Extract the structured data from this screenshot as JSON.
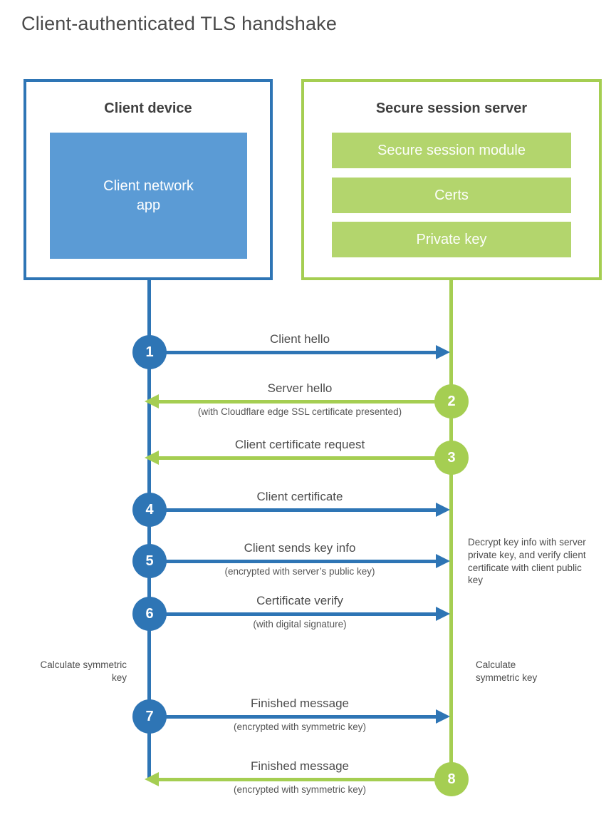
{
  "title": "Client-authenticated TLS handshake",
  "client_box": {
    "title": "Client device",
    "app_label": "Client network app"
  },
  "server_box": {
    "title": "Secure session server",
    "modules": [
      "Secure session module",
      "Certs",
      "Private key"
    ]
  },
  "steps": [
    {
      "num": "1",
      "from": "client",
      "label": "Client hello"
    },
    {
      "num": "2",
      "from": "server",
      "label": "Server hello",
      "sublabel": "(with Cloudflare edge SSL certificate presented)"
    },
    {
      "num": "3",
      "from": "server",
      "label": "Client certificate request"
    },
    {
      "num": "4",
      "from": "client",
      "label": "Client certificate"
    },
    {
      "num": "5",
      "from": "client",
      "label": "Client sends key info",
      "sublabel": "(encrypted with server’s public key)"
    },
    {
      "num": "6",
      "from": "client",
      "label": "Certificate verify",
      "sublabel": "(with digital signature)"
    },
    {
      "num": "7",
      "from": "client",
      "label": "Finished message",
      "sublabel": "(encrypted with symmetric key)"
    },
    {
      "num": "8",
      "from": "server",
      "label": "Finished message",
      "sublabel": "(encrypted with symmetric key)"
    }
  ],
  "annotations": {
    "left_calc": "Calculate symmetric key",
    "right_calc": "Calculate symmetric key",
    "decrypt_note": "Decrypt key info with server private key, and verify client certificate with client public key"
  },
  "colors": {
    "blue": "#2e75b5",
    "blue_fill": "#5b9bd5",
    "green": "#a5ce52",
    "green_fill": "#b3d56d"
  }
}
